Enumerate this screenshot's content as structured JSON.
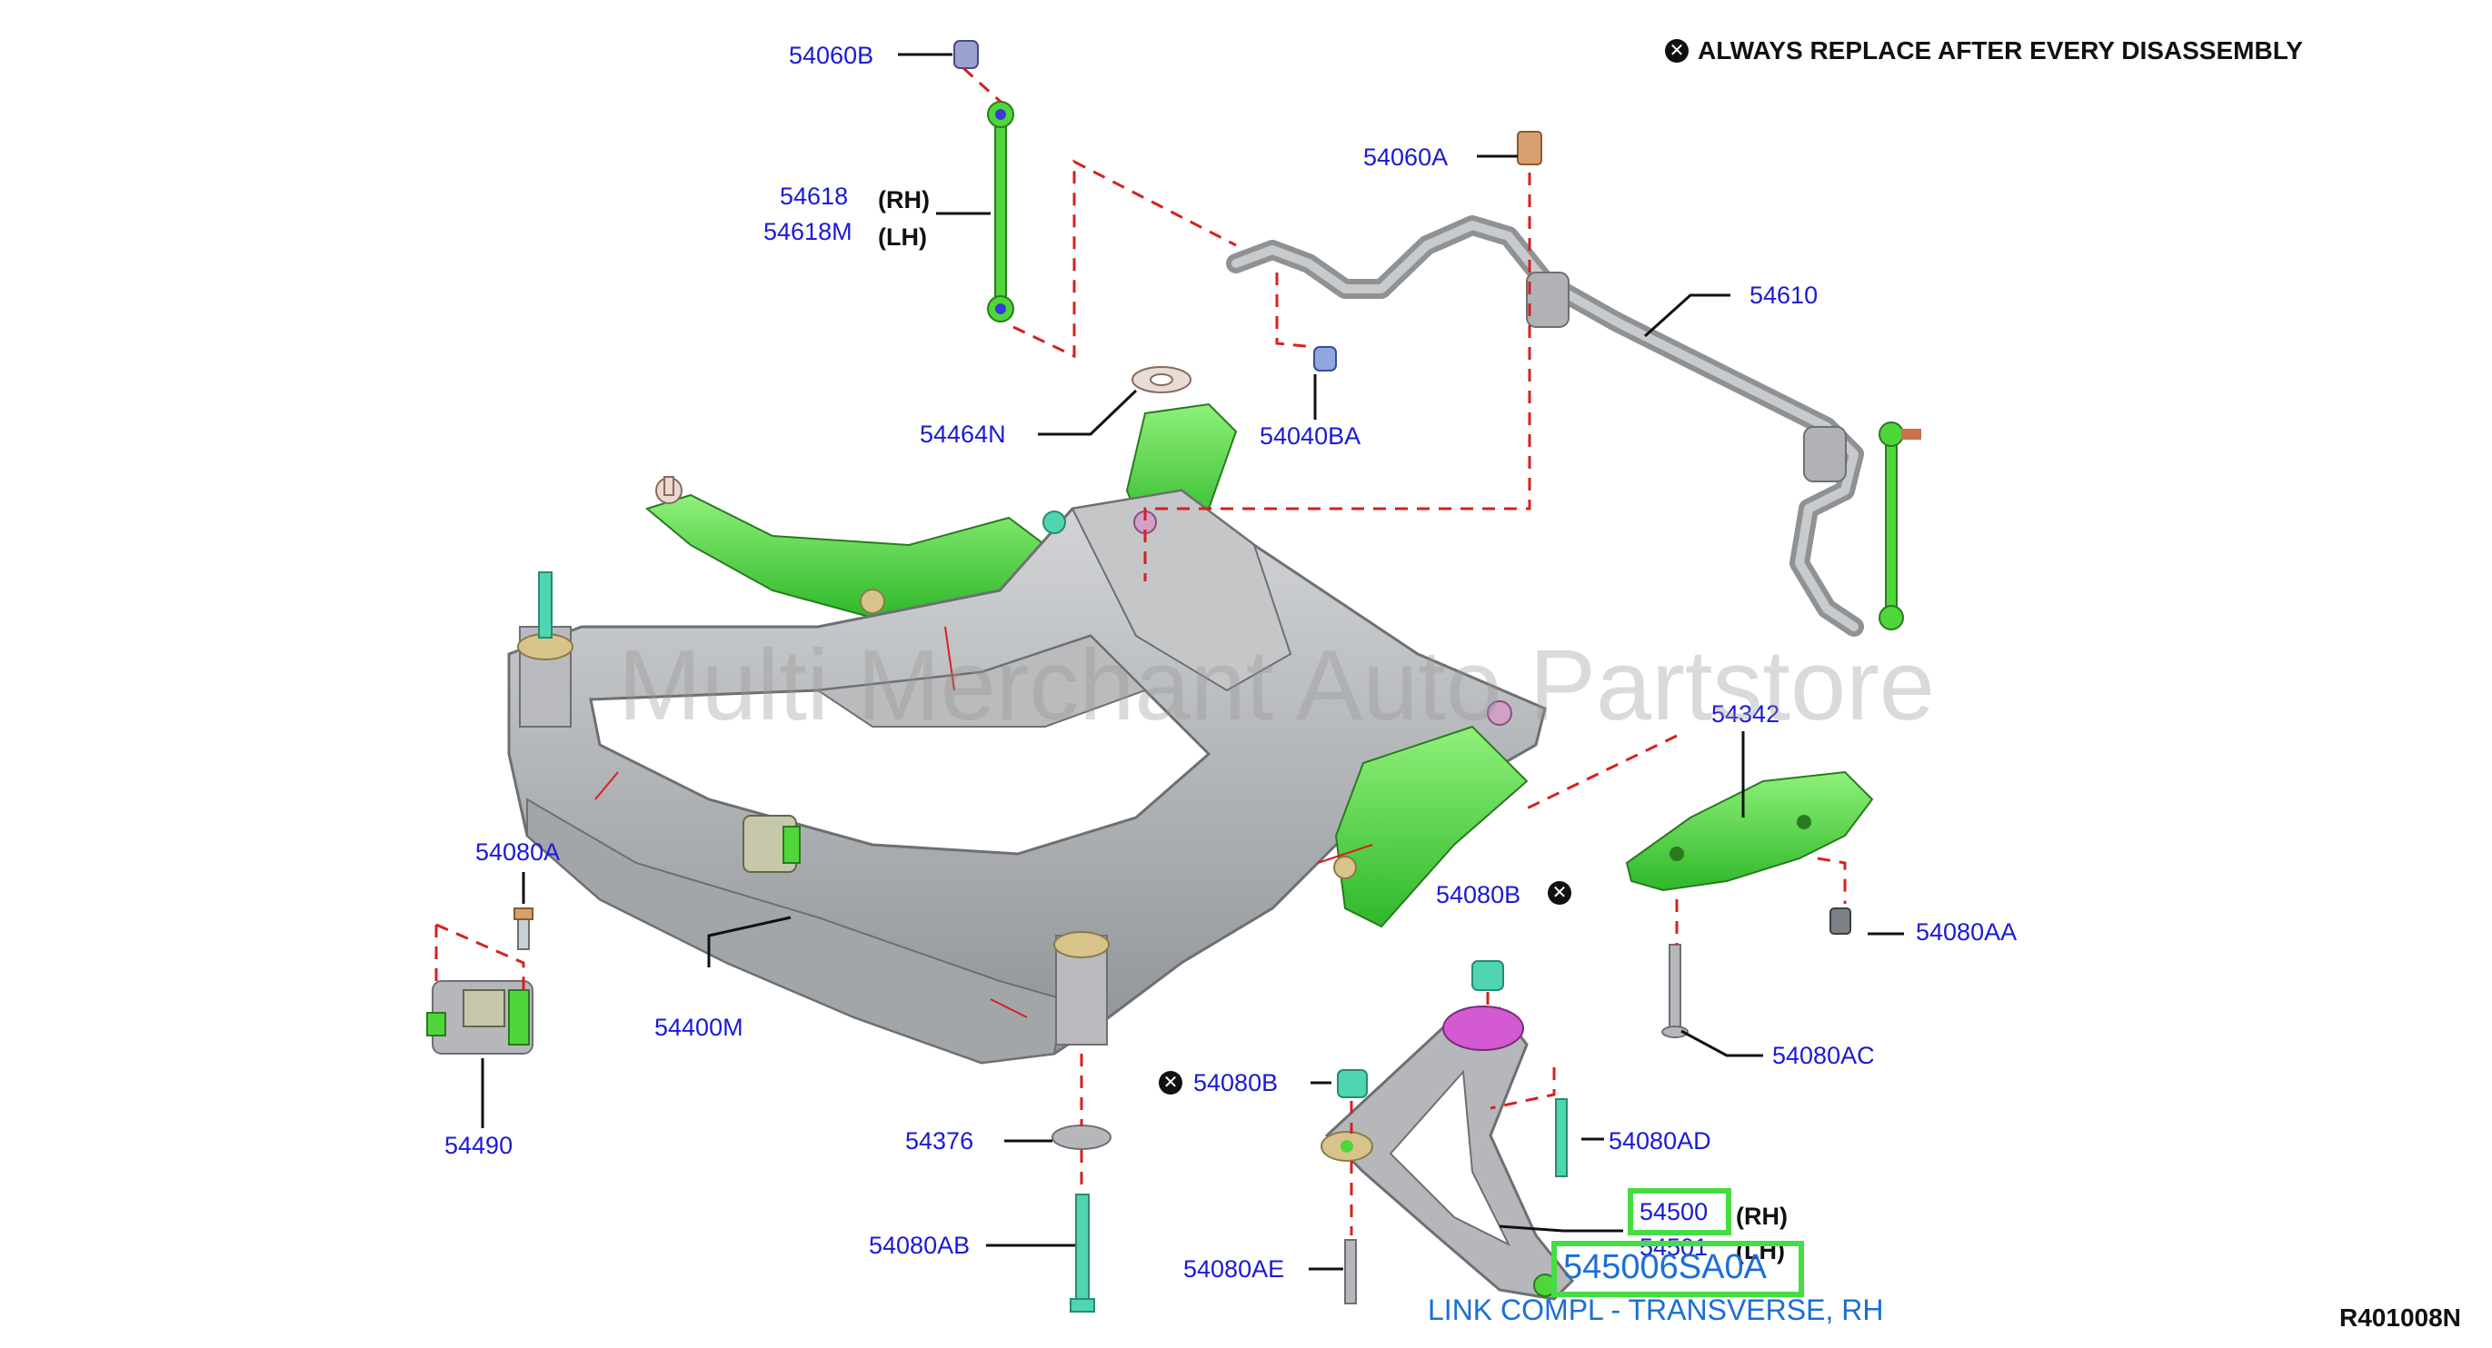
{
  "notice": {
    "text": "ALWAYS REPLACE AFTER EVERY DISASSEMBLY",
    "symbol": "✕"
  },
  "labels": {
    "p54060B": "54060B",
    "p54618": "54618",
    "p54618M": "54618M",
    "p54060A": "54060A",
    "p54610": "54610",
    "p54464N": "54464N",
    "p54040BA": "54040BA",
    "p54342": "54342",
    "p54080A": "54080A",
    "p54080B_top": "54080B",
    "p54080AA": "54080AA",
    "p54400M": "54400M",
    "p54080AC": "54080AC",
    "p54490": "54490",
    "p54080B_low": "54080B",
    "p54376": "54376",
    "p54080AD": "54080AD",
    "p54500": "54500",
    "p54501": "54501",
    "p54080AB": "54080AB",
    "p54080AE": "54080AE"
  },
  "sides": {
    "rh": "(RH)",
    "lh": "(LH)"
  },
  "selected": {
    "part_number": "545006SA0A",
    "description": "LINK COMPL - TRANSVERSE, RH"
  },
  "watermark": "Multi Merchant Auto Partstore",
  "reference": "R401008N",
  "colors": {
    "label_blue": "#1a1ad6",
    "highlight_green": "#44dd44",
    "part_green": "#4fd63a",
    "frame_gray": "#a9abad",
    "leader_red": "#d62020",
    "selected_blue": "#1a6fd6"
  }
}
